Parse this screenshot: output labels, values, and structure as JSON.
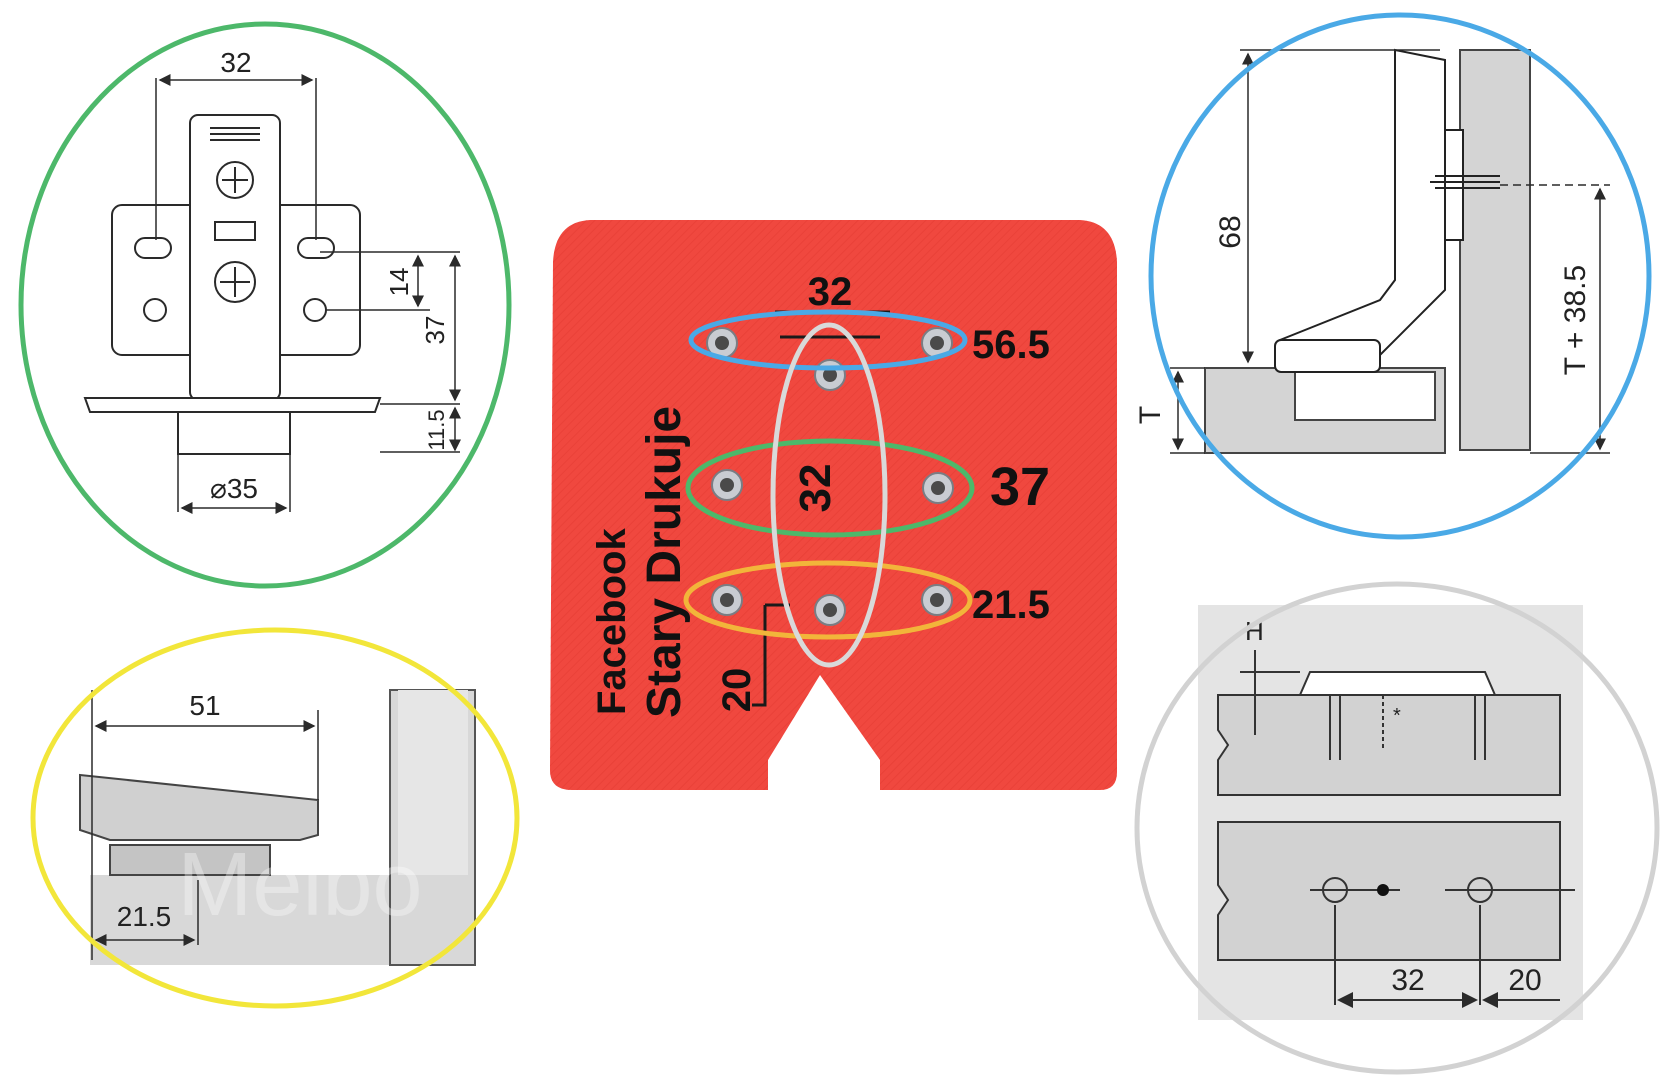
{
  "colors": {
    "template_red": "#f0483f",
    "template_red_dark": "#d8332d",
    "ring_green": "#4db86a",
    "ring_yellow": "#f2e63a",
    "ring_blue": "#4aa9e6",
    "ring_gray": "#cfcfcf",
    "drawing_line": "#2a2a2a",
    "panel_gray": "#d6d6d6"
  },
  "template": {
    "top_spacing": "32",
    "center_spacing": "32",
    "offset_top": "56.5",
    "offset_middle": "37",
    "offset_bottom": "21.5",
    "edge_distance": "20",
    "brand_line1": "Facebook",
    "brand_line2": "Stary Drukuje"
  },
  "diagram_hinge_plate": {
    "width_dim": "32",
    "height_small": "14",
    "height_large": "37",
    "bottom_dim": "11.5",
    "cup_diameter": "⌀35"
  },
  "diagram_side_view": {
    "height_dim": "68",
    "thickness_label": "T",
    "offset_label": "T + 38.5"
  },
  "diagram_overlay": {
    "reach_dim": "51",
    "offset_dim": "21.5",
    "watermark": "Melbo"
  },
  "diagram_mounting_plate": {
    "height_label": "H",
    "star_mark": "*",
    "spacing_dim": "32",
    "edge_dim": "20"
  }
}
